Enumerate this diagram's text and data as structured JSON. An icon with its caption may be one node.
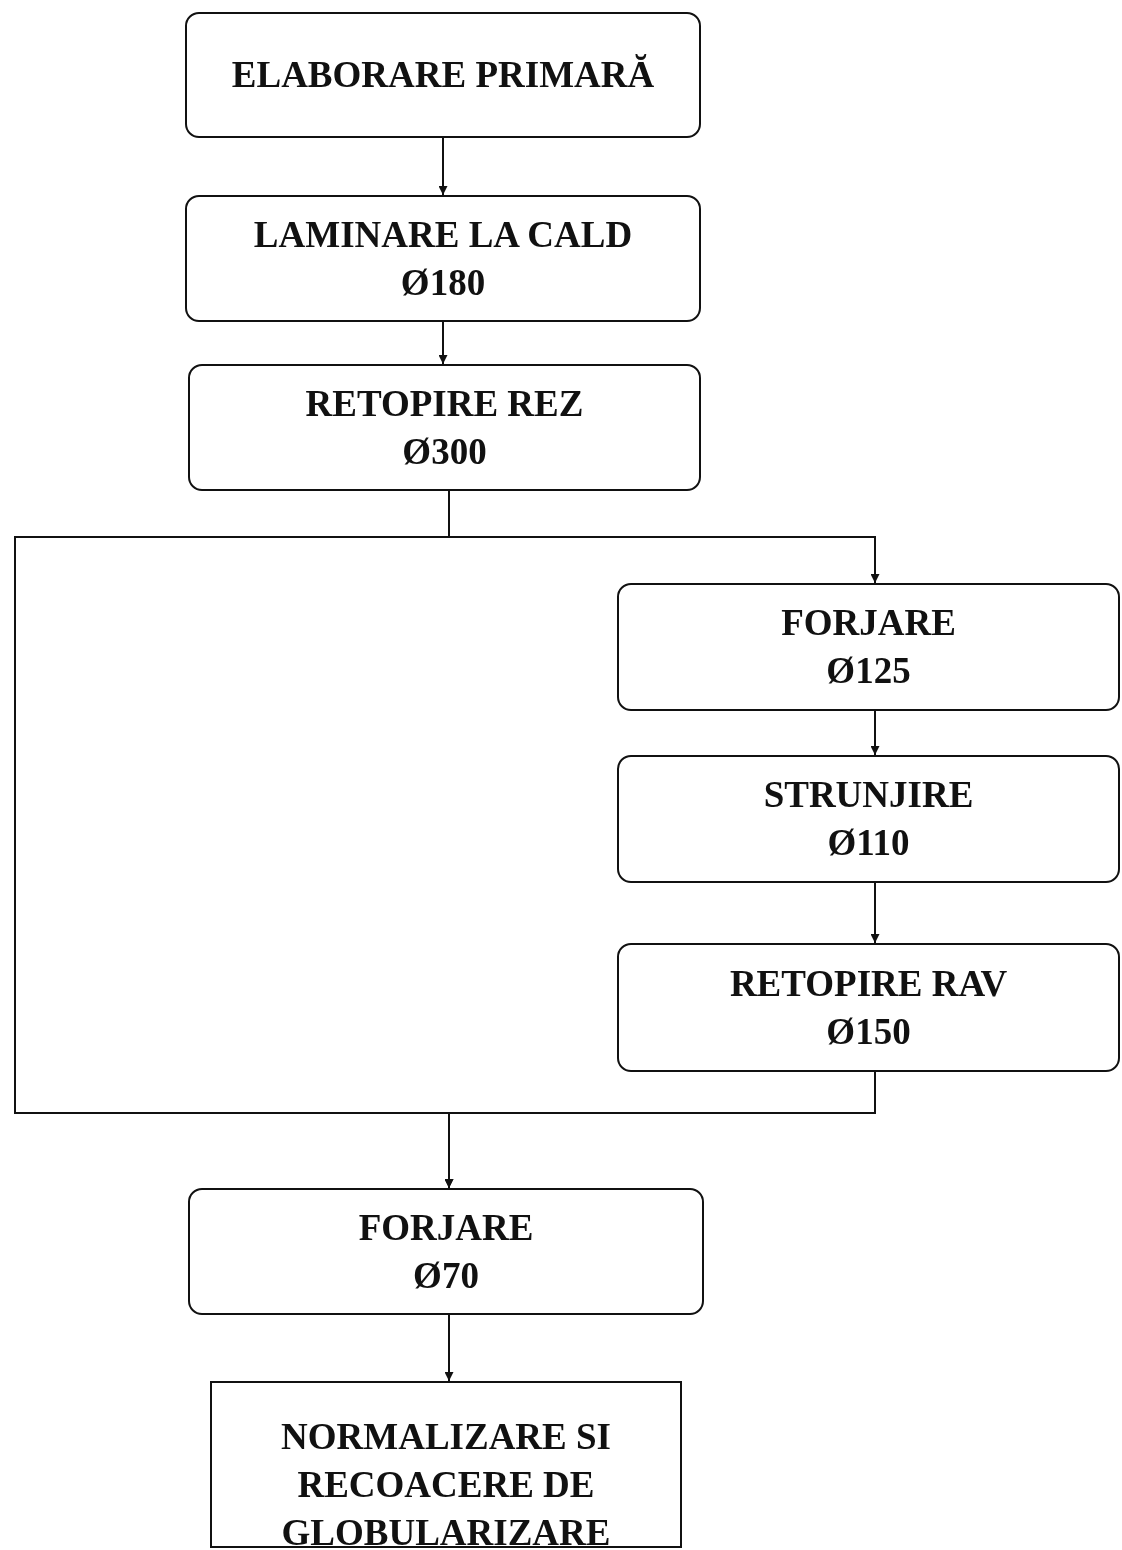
{
  "diagram": {
    "nodes": [
      {
        "text": [
          "ELABORARE PRIMARĂ"
        ]
      },
      {
        "text": [
          "LAMINARE LA CALD",
          "Ø180"
        ]
      },
      {
        "text": [
          "RETOPIRE REZ",
          "Ø300"
        ]
      },
      {
        "text": [
          "FORJARE",
          "Ø125"
        ]
      },
      {
        "text": [
          "STRUNJIRE",
          "Ø110"
        ]
      },
      {
        "text": [
          "RETOPIRE RAV",
          "Ø150"
        ]
      },
      {
        "text": [
          "FORJARE",
          "Ø70"
        ]
      },
      {
        "text": [
          "NORMALIZARE SI RECOACERE DE GLOBULARIZARE"
        ]
      }
    ],
    "edges": [
      {
        "from": 0,
        "to": 1,
        "arrow": "to"
      },
      {
        "from": 1,
        "to": 2,
        "arrow": "to"
      },
      {
        "from": 2,
        "to": 3,
        "arrow": "to"
      },
      {
        "from": 2,
        "to": 6,
        "arrow": "to"
      },
      {
        "from": 3,
        "to": 4,
        "arrow": "to"
      },
      {
        "from": 4,
        "to": 5,
        "arrow": "to"
      },
      {
        "from": 5,
        "to": 6,
        "arrow": "to"
      },
      {
        "from": 6,
        "to": 7,
        "arrow": "to"
      }
    ]
  }
}
